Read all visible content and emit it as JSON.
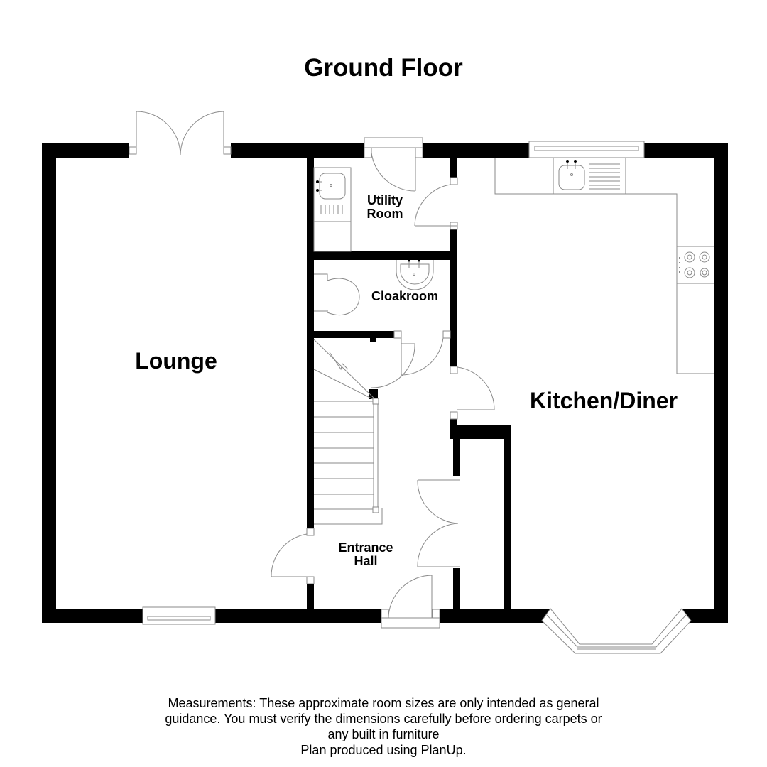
{
  "plan": {
    "title": "Ground Floor",
    "rooms": [
      {
        "id": "lounge",
        "label": "Lounge"
      },
      {
        "id": "kitchen",
        "label": "Kitchen/Diner"
      },
      {
        "id": "utility",
        "label_line1": "Utility",
        "label_line2": "Room"
      },
      {
        "id": "cloakroom",
        "label": "Cloakroom"
      },
      {
        "id": "entrance",
        "label_line1": "Entrance",
        "label_line2": "Hall"
      }
    ],
    "colors": {
      "wall": "#000000",
      "fixture_line": "#8a8a8a",
      "background": "#ffffff"
    }
  },
  "footer": {
    "line1": "Measurements: These approximate room sizes are only intended as general",
    "line2": "guidance. You must verify the dimensions carefully before ordering carpets or",
    "line3": "any built in furniture",
    "line4": "Plan produced using PlanUp."
  }
}
